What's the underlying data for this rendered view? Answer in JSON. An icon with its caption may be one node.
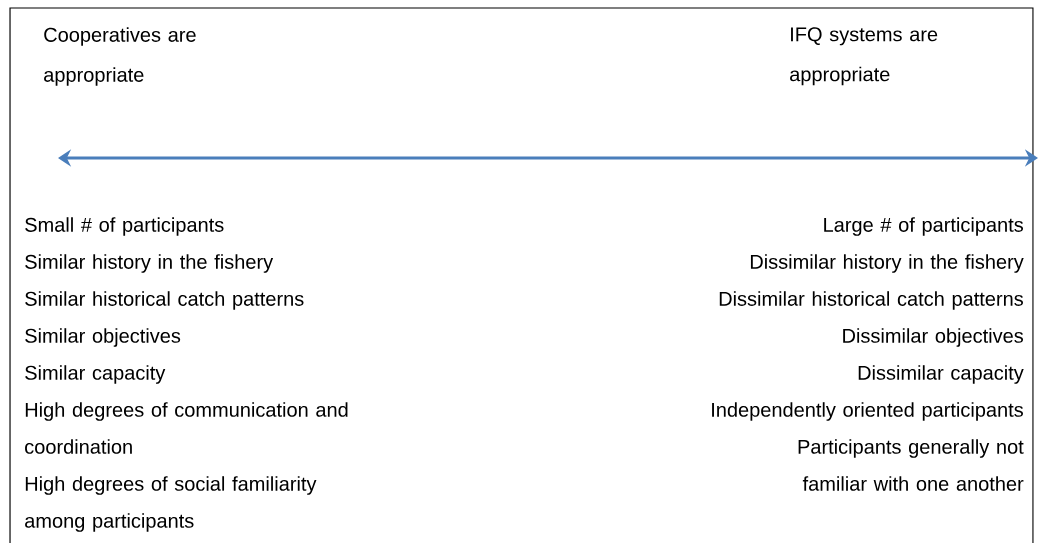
{
  "diagram": {
    "labels": [
      "Cooperatives are appropriate",
      "IFQ systems are appropriate",
      "Small # of participants",
      "Similar history in the fishery",
      "Similar historical catch patterns",
      "Similar objectives",
      "Similar capacity",
      "High degrees of communication and coordination",
      "High degrees of social familiarity among participants",
      "Large # of participants",
      "Dissimilar history in the fishery",
      "Dissimilar historical catch patterns",
      "Dissimilar objectives",
      "Dissimilar capacity",
      "Independently oriented participants",
      "Participants generally not familiar with one another"
    ]
  }
}
